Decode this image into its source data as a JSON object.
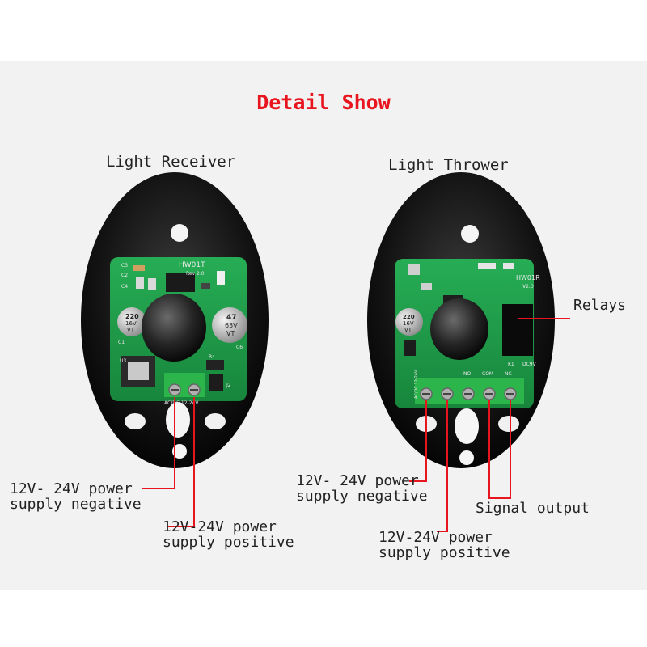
{
  "title": "Detail Show",
  "headers": {
    "receiver": "Light Receiver",
    "thrower": "Light Thrower"
  },
  "receiver_board": {
    "model": "HW01T",
    "rev": "Rev 2.0",
    "cap_left": [
      "220",
      "16V",
      "VT"
    ],
    "cap_right": [
      "47",
      "63V",
      "VT"
    ],
    "refs": [
      "C3",
      "C2",
      "C4",
      "C1",
      "U3",
      "C6",
      "R4",
      "J2"
    ],
    "terminal_label": "AC/DC 12-24V"
  },
  "thrower_board": {
    "model": "HW01R",
    "rev": "V2.0",
    "cap": [
      "220",
      "16V",
      "VT"
    ],
    "terminal_labels": [
      "AC/DC 12-24V",
      "NO",
      "COM",
      "NC"
    ],
    "relay_labels": [
      "K1",
      "DC9V"
    ]
  },
  "labels": {
    "rx_negative": [
      "12V- 24V power",
      "supply negative"
    ],
    "rx_positive": [
      "12V-24V power",
      "supply positive"
    ],
    "tx_negative": [
      "12V- 24V power",
      "supply negative"
    ],
    "tx_positive": [
      "12V-24V power",
      "supply positive"
    ],
    "relays": "Relays",
    "signal_output": "Signal output"
  },
  "colors": {
    "accent": "#e8141e",
    "pcb": "#1f9e4a",
    "housing": "#0d0d0d",
    "terminal": "#2bb54a"
  }
}
